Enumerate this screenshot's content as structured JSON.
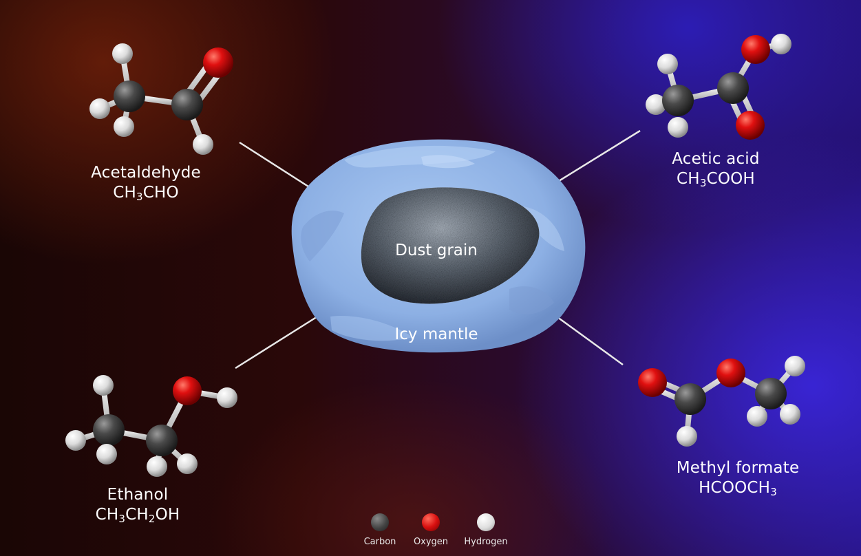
{
  "grain": {
    "core_label": "Dust grain",
    "mantle_label": "Icy mantle"
  },
  "molecules": [
    {
      "id": "acetaldehyde",
      "name": "Acetaldehyde",
      "formula_parts": [
        "CH",
        "3",
        "CHO"
      ]
    },
    {
      "id": "acetic-acid",
      "name": "Acetic acid",
      "formula_parts": [
        "CH",
        "3",
        "COOH"
      ]
    },
    {
      "id": "ethanol",
      "name": "Ethanol",
      "formula_parts": [
        "CH",
        "3",
        "CH",
        "2",
        "OH"
      ]
    },
    {
      "id": "methyl-formate",
      "name": "Methyl formate",
      "formula_parts": [
        "HCOOCH",
        "3"
      ]
    }
  ],
  "legend": [
    {
      "label": "Carbon",
      "color": "#4a4a4a"
    },
    {
      "label": "Oxygen",
      "color": "#d91010"
    },
    {
      "label": "Hydrogen",
      "color": "#e6e6e6"
    }
  ],
  "colors": {
    "carbon": "#4a4a4a",
    "oxygen": "#d91010",
    "hydrogen": "#e6e6e6",
    "ice": "#8fb4e6"
  }
}
